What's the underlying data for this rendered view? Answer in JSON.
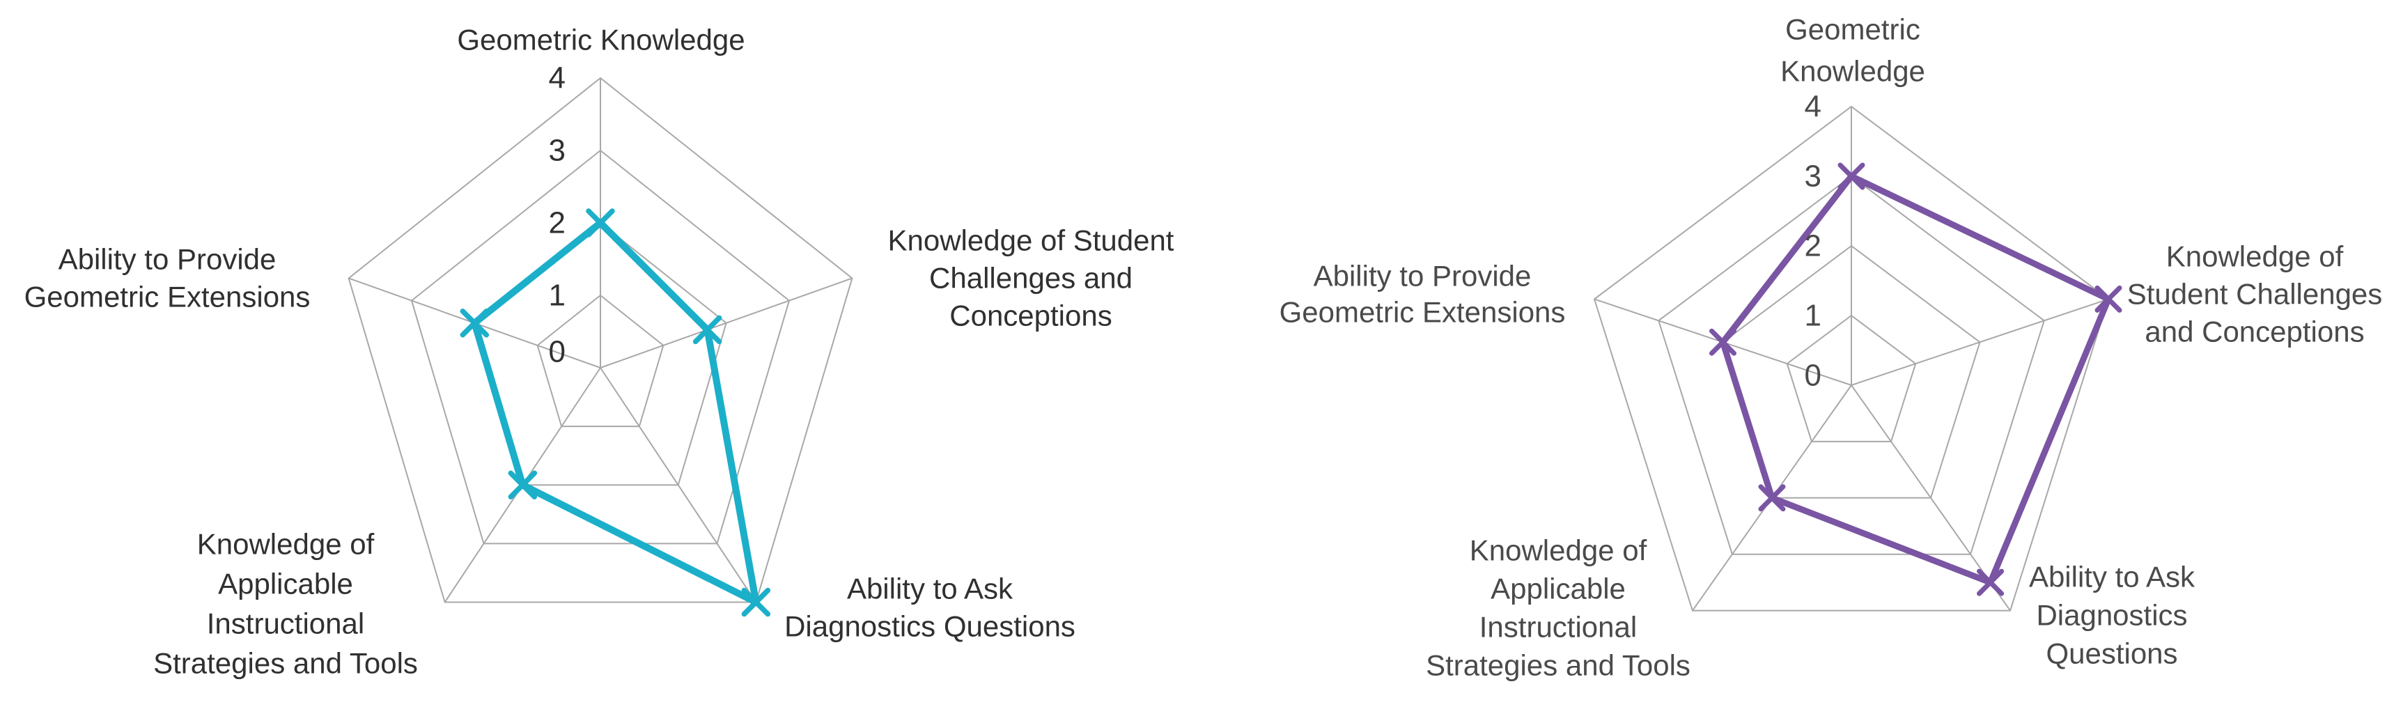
{
  "figure": {
    "description": "Two pentagon radar charts comparing teacher competency ratings across five dimensions",
    "background_color": "#ffffff",
    "grid_color": "#A8A8A8"
  },
  "chart_data": [
    {
      "type": "radar",
      "position": "left",
      "series_color": "#1CAFC9",
      "text_color": "#303030",
      "marker": "x",
      "grid": true,
      "ylim": [
        0,
        4
      ],
      "ticks": [
        0,
        1,
        2,
        3,
        4
      ],
      "tick_labels": [
        "0",
        "1",
        "2",
        "3",
        "4"
      ],
      "categories": [
        "Geometric Knowledge",
        "Knowledge of Student Challenges and Conceptions",
        "Ability to Ask Diagnostics Questions",
        "Knowledge of Applicable Instructional Strategies and Tools",
        "Ability to Provide Geometric Extensions"
      ],
      "category_label_lines": [
        [
          "Geometric Knowledge"
        ],
        [
          "Knowledge of Student",
          "Challenges and",
          "Conceptions"
        ],
        [
          "Ability to Ask",
          "Diagnostics Questions"
        ],
        [
          "Knowledge of",
          "Applicable",
          "Instructional",
          "Strategies and Tools"
        ],
        [
          "Ability to Provide",
          "Geometric Extensions"
        ]
      ],
      "values": [
        2,
        1.7,
        4,
        2,
        2
      ]
    },
    {
      "type": "radar",
      "position": "right",
      "series_color": "#7A55A3",
      "text_color": "#4A4A4A",
      "marker": "x",
      "grid": true,
      "ylim": [
        0,
        4
      ],
      "ticks": [
        0,
        1,
        2,
        3,
        4
      ],
      "tick_labels": [
        "0",
        "1",
        "2",
        "3",
        "4"
      ],
      "categories": [
        "Geometric Knowledge",
        "Knowledge of Student Challenges and Conceptions",
        "Ability to Ask Diagnostics Questions",
        "Knowledge of Applicable Instructional Strategies and Tools",
        "Ability to Provide Geometric Extensions"
      ],
      "category_label_lines": [
        [
          "Geometric",
          "Knowledge"
        ],
        [
          "Knowledge of",
          "Student Challenges",
          "and Conceptions"
        ],
        [
          "Ability to Ask",
          "Diagnostics",
          "Questions"
        ],
        [
          "Knowledge of",
          "Applicable",
          "Instructional",
          "Strategies and Tools"
        ],
        [
          "Ability to Provide",
          "Geometric Extensions"
        ]
      ],
      "values": [
        3,
        4,
        3.5,
        2,
        2
      ]
    }
  ]
}
